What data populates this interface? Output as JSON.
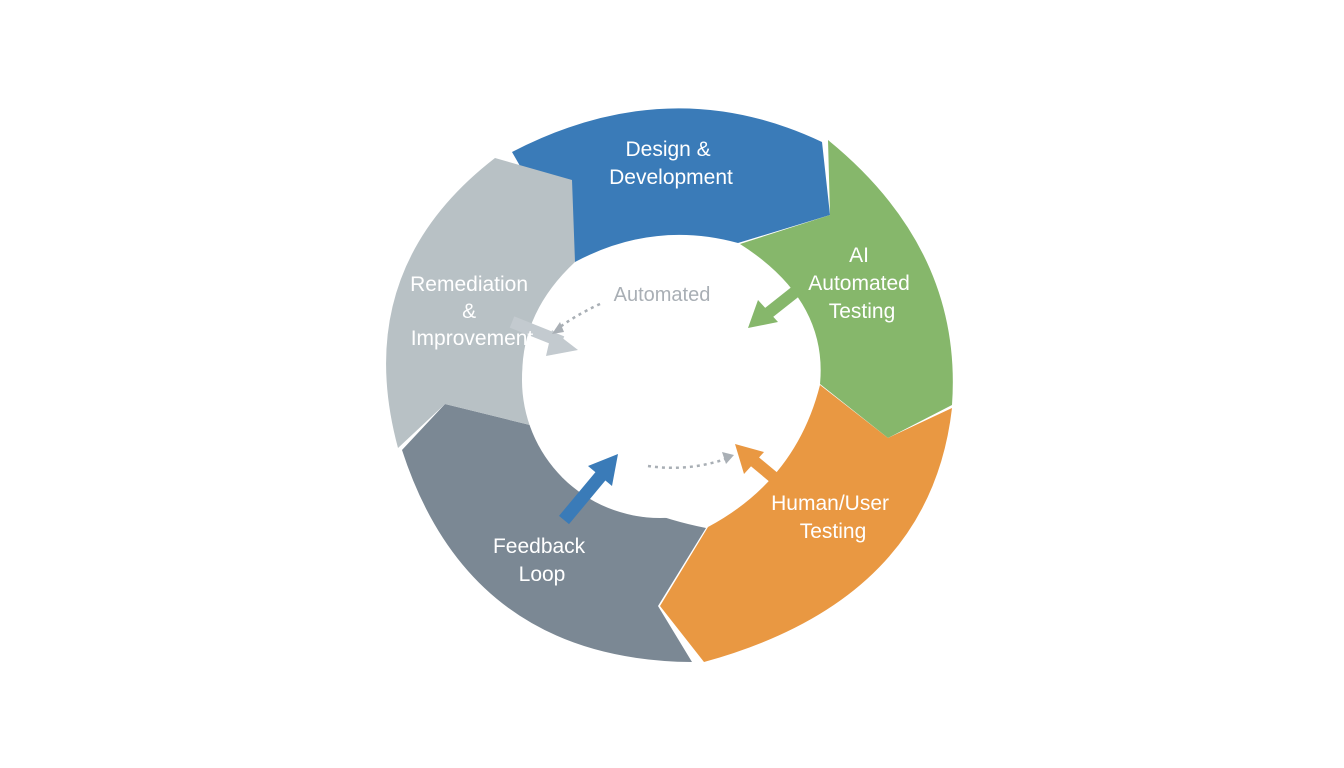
{
  "diagram": {
    "segments": [
      {
        "id": "design",
        "lines": [
          "Design &",
          "Development"
        ],
        "color": "#3a7bb8"
      },
      {
        "id": "ai-testing",
        "lines": [
          "AI",
          "Automated",
          "Testing"
        ],
        "color": "#86b76b"
      },
      {
        "id": "human-testing",
        "lines": [
          "Human/User",
          "Testing"
        ],
        "color": "#e99842"
      },
      {
        "id": "feedback",
        "lines": [
          "Feedback",
          "Loop"
        ],
        "color": "#7b8894"
      },
      {
        "id": "remediation",
        "lines": [
          "Remediation",
          "&",
          "Improvement"
        ],
        "color": "#b8c1c5"
      }
    ],
    "center_label": "Automated"
  }
}
